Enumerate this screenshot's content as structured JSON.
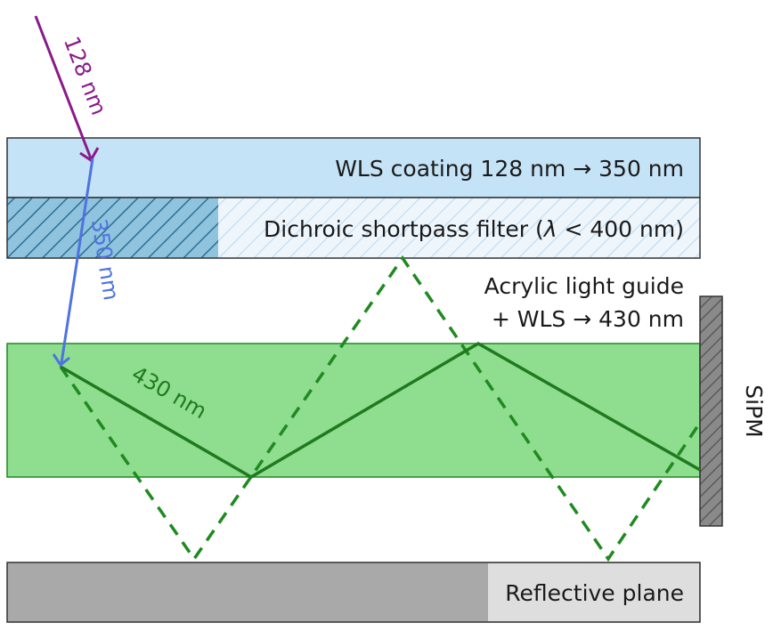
{
  "layers": {
    "wls_coating": "WLS coating 128 nm → 350 nm",
    "dichroic_prefix": "Dichroic shortpass filter (",
    "dichroic_lambda": "λ",
    "dichroic_lt": " < ",
    "dichroic_suffix": "400 nm)",
    "acrylic_line1": "Acrylic light guide",
    "acrylic_line2": "+ WLS → 430 nm",
    "reflective_plane": "Reflective plane",
    "sipm": "SiPM"
  },
  "rays": {
    "incoming_label": "128 nm",
    "converted_label": "350 nm",
    "guided_label": "430 nm"
  },
  "colors": {
    "wls_coating_fill": "#c5e3f6",
    "dichroic_hatch": "#3a7da0",
    "dichroic_light": "#dcedf8",
    "acrylic_fill": "#8fdd8f",
    "reflective_fill": "#a9a9a9",
    "reflective_label_bg": "#dedede",
    "sipm_fill": "#8a8a8a",
    "ray_128": "#8a1a8c",
    "ray_350": "#4f73e0",
    "ray_430": "#1f8a1f"
  }
}
